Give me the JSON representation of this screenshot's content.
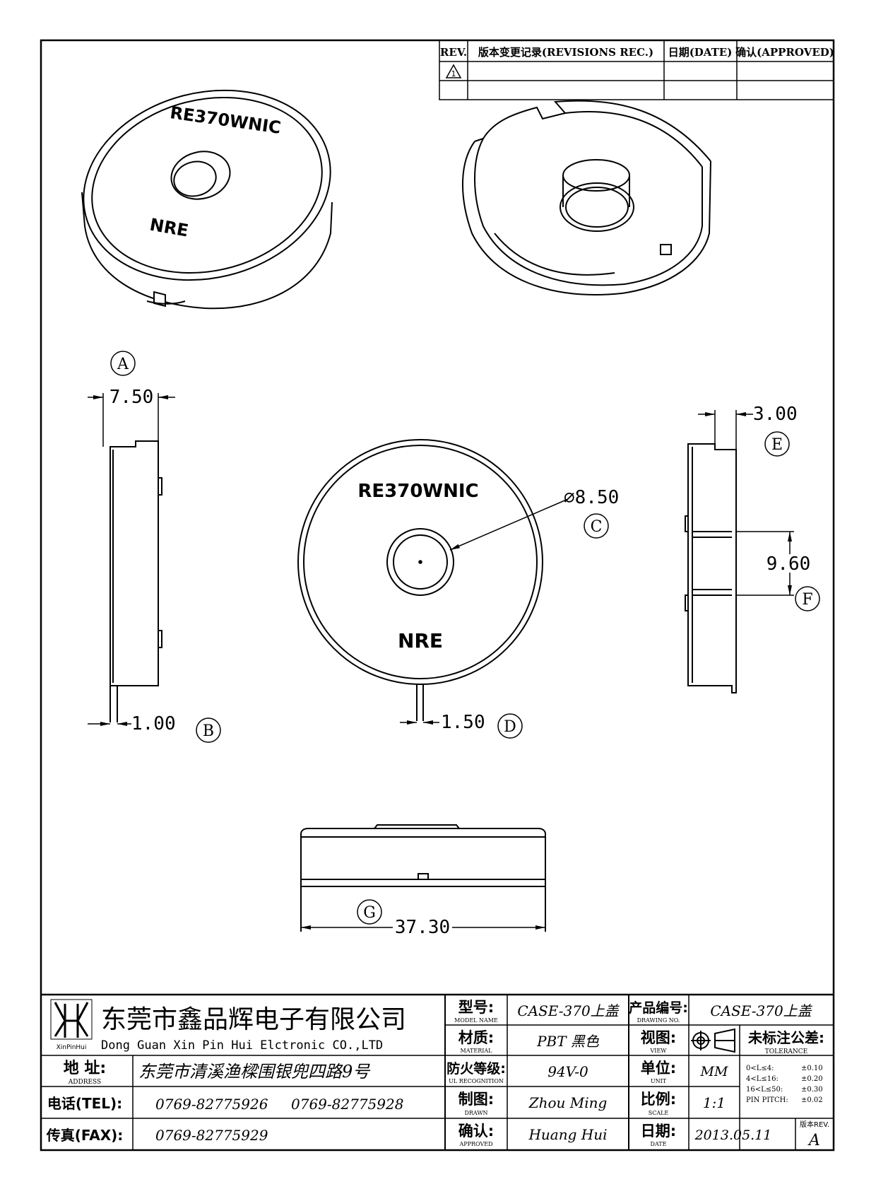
{
  "revision_table": {
    "headers": [
      "REV.",
      "版本变更记录(REVISIONS REC.)",
      "日期(DATE)",
      "确认(APPROVED)"
    ],
    "rev_symbol": "1"
  },
  "part_marking": {
    "model": "RE370WNIC",
    "brand": "NRE"
  },
  "dimensions": {
    "a": {
      "label": "A",
      "value": "7.50"
    },
    "b": {
      "label": "B",
      "value": "1.00"
    },
    "c": {
      "label": "C",
      "value": "⌀8.50"
    },
    "d": {
      "label": "D",
      "value": "1.50"
    },
    "e": {
      "label": "E",
      "value": "3.00"
    },
    "f": {
      "label": "F",
      "value": "9.60"
    },
    "g": {
      "label": "G",
      "value": "37.30"
    }
  },
  "title_block": {
    "company_cn": "东莞市鑫品辉电子有限公司",
    "company_en": "Dong Guan Xin Pin Hui Elctronic CO.,LTD",
    "logo_text": "XinPinHui",
    "address_label": "地 址:",
    "address_label_en": "ADDRESS",
    "address": "东莞市清溪渔樑围银兜四路9号",
    "tel_label": "电话(TEL):",
    "tel1": "0769-82775926",
    "tel2": "0769-82775928",
    "fax_label": "传真(FAX):",
    "fax": "0769-82775929",
    "model_label": "型号:",
    "model_label_en": "MODEL NAME",
    "model": "CASE-370上盖",
    "material_label": "材质:",
    "material_label_en": "MATERIAL",
    "material": "PBT 黑色",
    "ul_label": "防火等级:",
    "ul_label_en": "UL RECOGNITION",
    "ul": "94V-0",
    "drawn_label": "制图:",
    "drawn_label_en": "DRAWN",
    "drawn": "Zhou Ming",
    "approved_label": "确认:",
    "approved_label_en": "APPROVED",
    "approved": "Huang Hui",
    "drawing_no_label": "产品编号:",
    "drawing_no_label_en": "DRAWING NO.",
    "drawing_no": "CASE-370上盖",
    "view_label": "视图:",
    "view_label_en": "VIEW",
    "unit_label": "单位:",
    "unit_label_en": "UNIT",
    "unit": "MM",
    "scale_label": "比例:",
    "scale_label_en": "SCALE",
    "scale": "1:1",
    "date_label": "日期:",
    "date_label_en": "DATE",
    "date": "2013.05.11",
    "tolerance_label": "未标注公差:",
    "tolerance_label_en": "TOLERANCE",
    "tolerances": [
      {
        "range": "0<L≤4:",
        "value": "±0.10"
      },
      {
        "range": "4<L≤16:",
        "value": "±0.20"
      },
      {
        "range": "16<L≤50:",
        "value": "±0.30"
      },
      {
        "range": "PIN PITCH:",
        "value": "±0.02"
      }
    ],
    "version_label": "版本REV.",
    "version": "A"
  }
}
